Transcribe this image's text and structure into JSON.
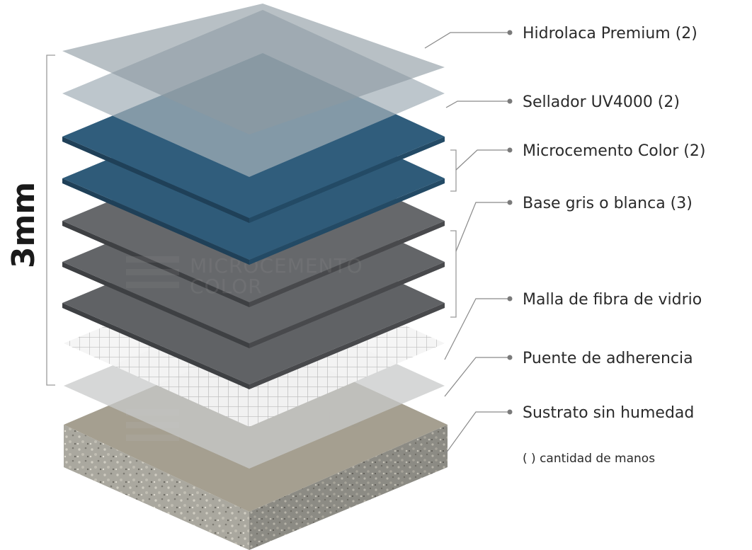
{
  "diagram": {
    "thickness_label": "3mm",
    "layers": [
      {
        "id": "hidrolaca",
        "label": "Hidrolaca Premium (2)",
        "color": "#8d9aa3"
      },
      {
        "id": "sellador",
        "label": "Sellador UV4000 (2)",
        "color": "#a9b4bb"
      },
      {
        "id": "microcemento-color",
        "label": "Microcemento Color (2)",
        "color": "#2e5a77"
      },
      {
        "id": "base",
        "label": "Base gris o blanca (3)",
        "color": "#5d5f62"
      },
      {
        "id": "malla",
        "label": "Malla de fibra de vidrio",
        "color": "#e6e6e6"
      },
      {
        "id": "puente",
        "label": "Puente de adherencia",
        "color": "#c6c7c8"
      },
      {
        "id": "sustrato",
        "label": "Sustrato sin humedad",
        "color": "#a39d8f"
      }
    ],
    "note": "( ) cantidad de manos",
    "watermark": {
      "line1": "MICROCEMENTO",
      "line2": "COLOR"
    }
  }
}
